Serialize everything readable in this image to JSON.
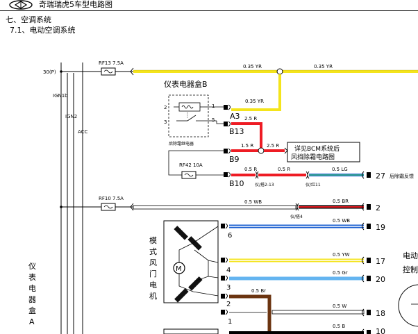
{
  "header": {
    "title": "奇瑞瑞虎5车型电路图"
  },
  "section": {
    "chapter": "七、空调系统",
    "subsection": "7.1、电动空调系统"
  },
  "rails": {
    "r30": "30(P)",
    "ign1b": "IGN1b",
    "ign2": "IGN2",
    "acc": "ACC"
  },
  "fuses": {
    "rf13": "RF13 7.5A",
    "rf10": "RF10 7.5A",
    "rf42": "RF42 10A"
  },
  "box_b": {
    "title": "仪表电器盒B",
    "relay_caption": "后除霜继电器",
    "pin_labels": [
      "2",
      "3",
      "1",
      "5"
    ],
    "connectors": [
      "A3",
      "B13",
      "B9",
      "B10"
    ]
  },
  "wires": {
    "w_035yr_1": "0.35 YR",
    "w_035yr_2": "0.35 YR",
    "w_035yr_3": "0.35 YR",
    "w_25r_1": "2.5 R",
    "w_15r": "1.5 R",
    "w_25r_2": "2.5 R",
    "w_05r_1": "0.5 R",
    "w_05r_2": "0.5 R",
    "w_05lg": "0.5 LG",
    "w_05wb_1": "0.5 WB",
    "w_05br": "0.5 BR",
    "w_05wb_2": "0.5 WB",
    "w_05yw": "0.5 YW",
    "w_05gr": "0.5 Gr",
    "w_05br2": "0.5 Br",
    "w_05w": "0.5 W",
    "w_05b": "0.5 B"
  },
  "callout": {
    "line1": "详见BCM系统后",
    "line2": "风挡除霜电路图"
  },
  "splices": {
    "s1": "仪/搭2-13",
    "s2": "仪/红11",
    "s3": "仪/搭4"
  },
  "right_pins": [
    "27",
    "2",
    "19",
    "17",
    "20",
    "18",
    "10"
  ],
  "right_labels": {
    "p27": "后除霜反馈"
  },
  "motor": {
    "name_chars": [
      "模",
      "式",
      "风",
      "门",
      "电",
      "机"
    ],
    "symbol": "M",
    "pins": [
      "6",
      "4",
      "3",
      "2",
      "1"
    ]
  },
  "left_box": {
    "chars": [
      "仪",
      "表",
      "电",
      "器",
      "盒",
      "A"
    ]
  },
  "right_module": {
    "line1": "电动",
    "line2": "控制"
  },
  "colors": {
    "yellow": "#f4e41c",
    "red": "#ee1c24",
    "blue": "#1a5fd0",
    "lightgreen": "#4fd06a",
    "brown": "#6b3410",
    "lightblue": "#64b4f0",
    "white_wire": "#ffffff",
    "black_wire": "#000000"
  }
}
